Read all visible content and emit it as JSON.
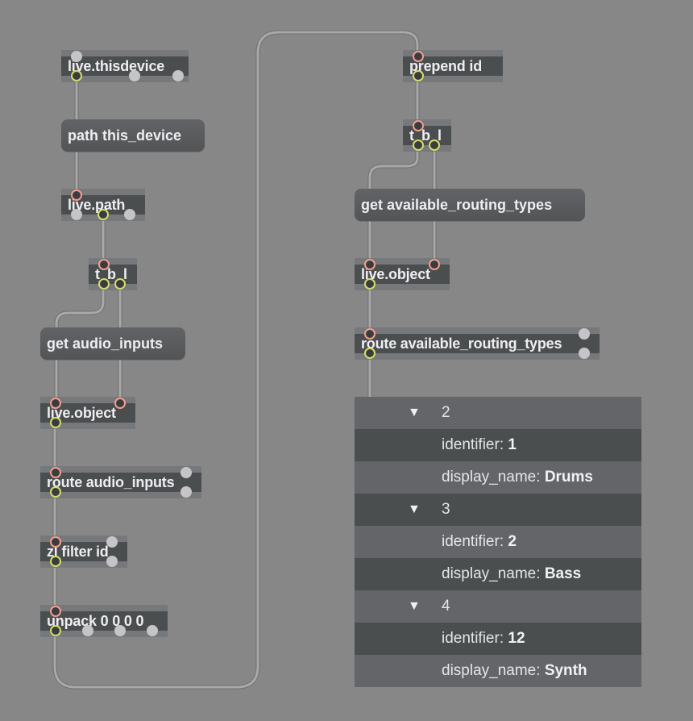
{
  "canvas": {
    "background": "#878787"
  },
  "colors": {
    "object_body": "#4b4e4f",
    "object_band": "#76787c",
    "inlet_ring": "#f29e8e",
    "outlet_ring": "#d6dc6a",
    "ghost_port": "#c5c5c7",
    "cord": "#a9a9a9",
    "dict_row_light": "#636569",
    "dict_row_dark": "#4a4e4e"
  },
  "left_chain": {
    "thisdevice": "live.thisdevice",
    "path_msg": "path this_device",
    "livepath": "live.path",
    "trigger": "t b l",
    "get_msg": "get audio_inputs",
    "liveobject": "live.object",
    "route": "route audio_inputs",
    "zl": "zl filter id",
    "unpack": "unpack 0 0 0 0"
  },
  "right_chain": {
    "prepend": "prepend id",
    "trigger": "t b l",
    "get_msg": "get available_routing_types",
    "liveobject": "live.object",
    "route": "route available_routing_types"
  },
  "dict_view": {
    "entries": [
      {
        "index": "2",
        "toggle": "▼",
        "identifier_key": "identifier:",
        "identifier_val": "1",
        "display_key": "display_name:",
        "display_val": "Drums"
      },
      {
        "index": "3",
        "toggle": "▼",
        "identifier_key": "identifier:",
        "identifier_val": "2",
        "display_key": "display_name:",
        "display_val": "Bass"
      },
      {
        "index": "4",
        "toggle": "▼",
        "identifier_key": "identifier:",
        "identifier_val": "12",
        "display_key": "display_name:",
        "display_val": "Synth"
      }
    ]
  }
}
